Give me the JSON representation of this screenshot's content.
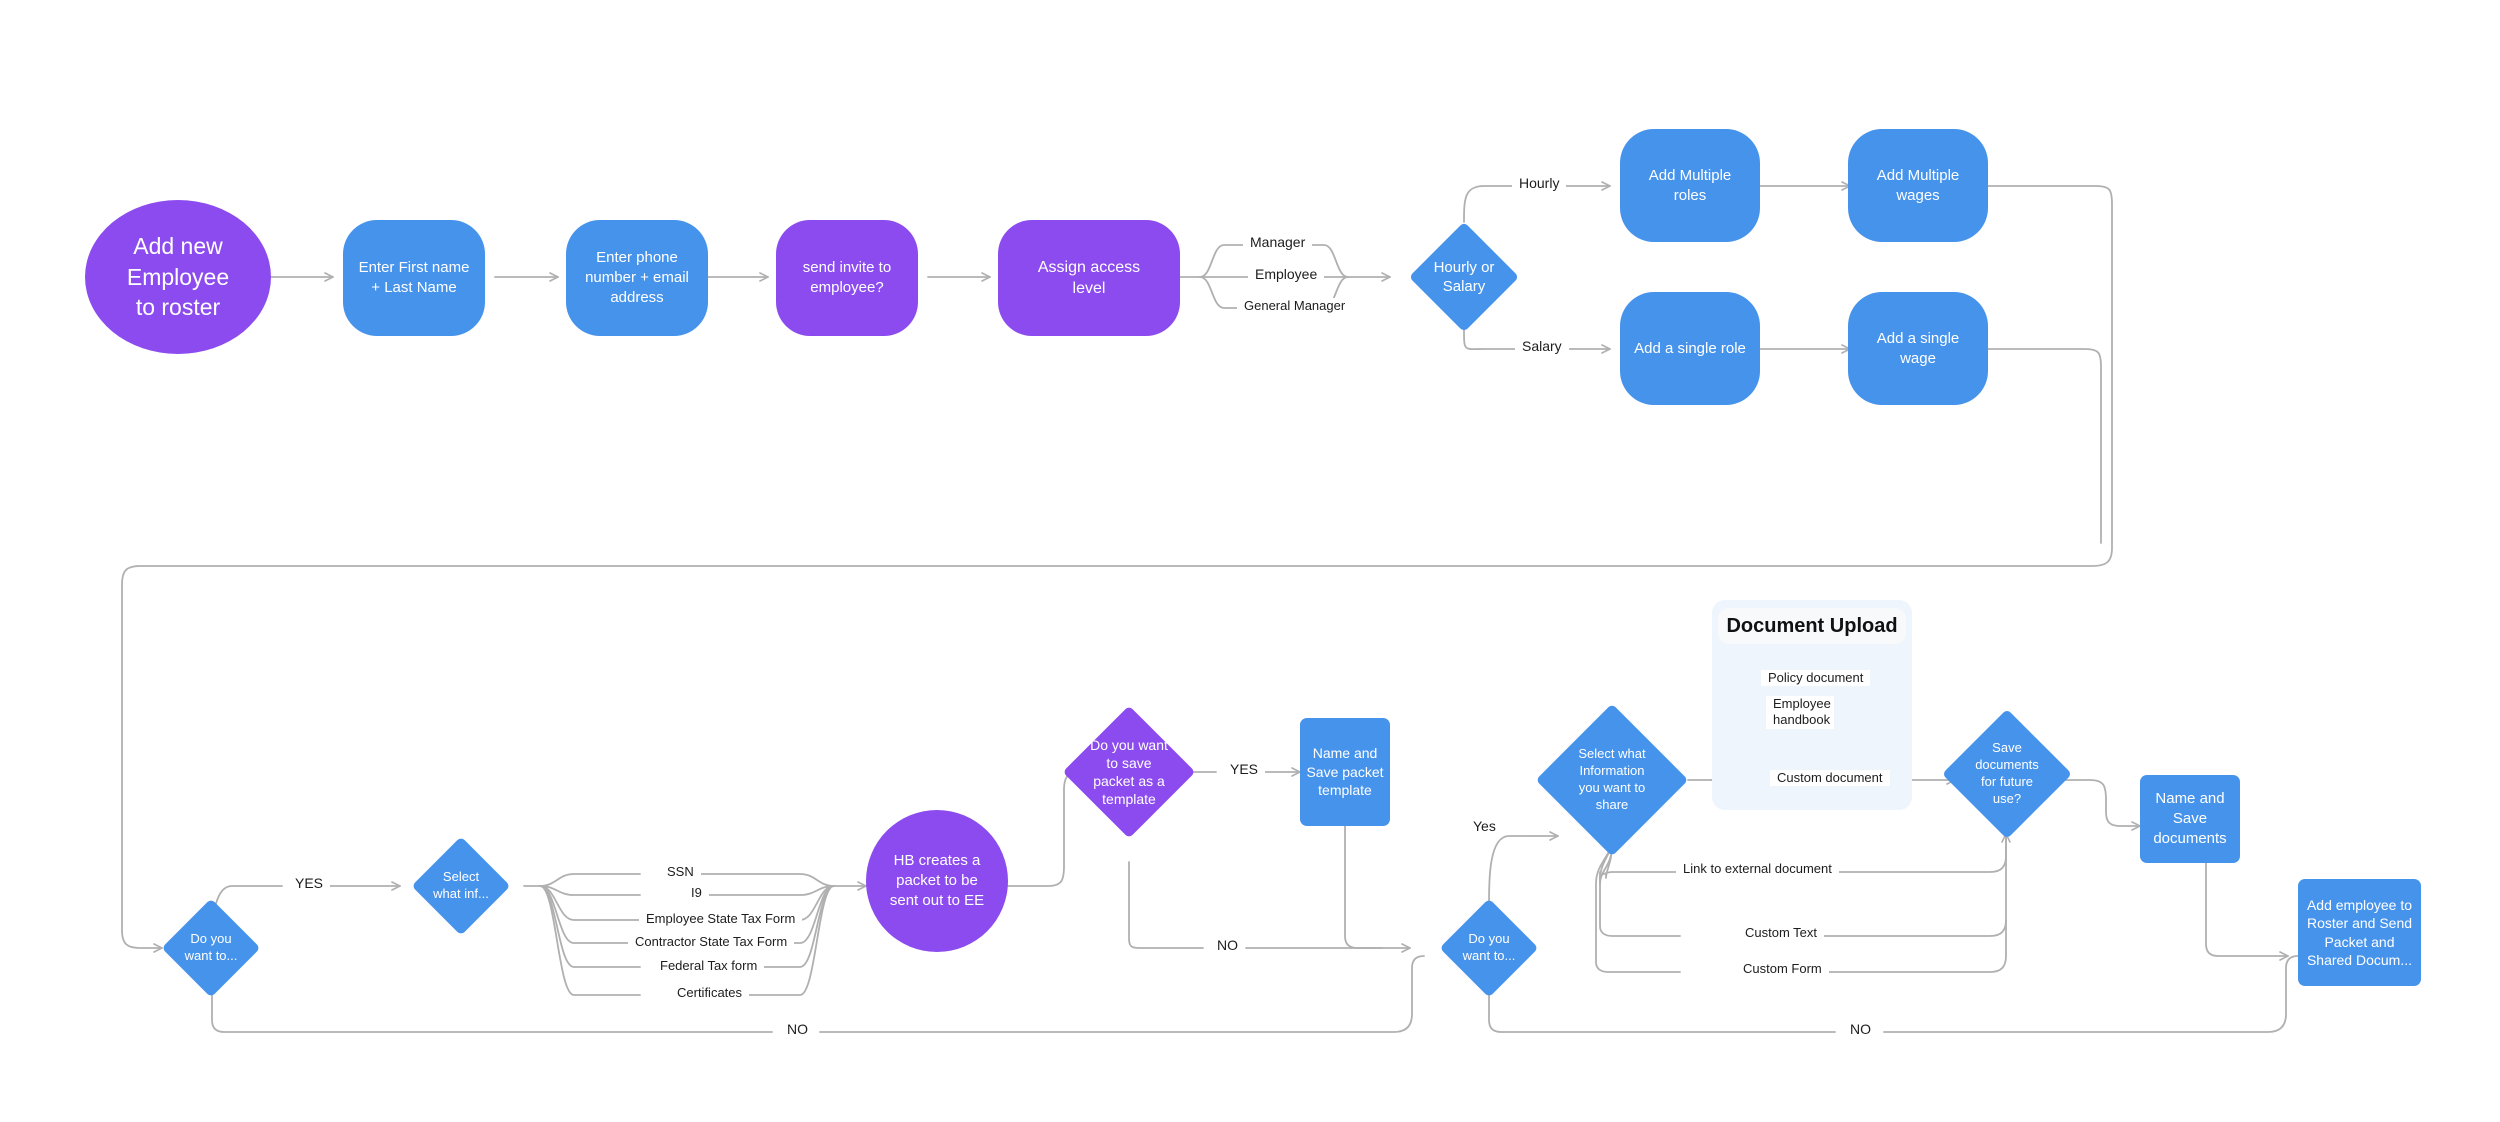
{
  "diagram": {
    "title": "Add new Employee to roster flowchart",
    "colors": {
      "purple": "#8c4bef",
      "blue": "#4693ec",
      "line": "#b0b0b0",
      "text_dark": "#1d1d1f",
      "group_fill": "#eef5fd",
      "group_title_fill": "#f7f9fb",
      "background": "#ffffff"
    }
  },
  "nodes": {
    "start": {
      "label": "Add new\nEmployee\nto roster",
      "shape": "circle",
      "color": "purple"
    },
    "enter_name": {
      "label": "Enter First name\n+ Last Name",
      "shape": "rounded-rect",
      "color": "blue"
    },
    "enter_contact": {
      "label": "Enter phone\nnumber + email\naddress",
      "shape": "rounded-rect",
      "color": "blue"
    },
    "send_invite": {
      "label": "send invite to\nemployee?",
      "shape": "rounded-rect",
      "color": "purple"
    },
    "assign_access": {
      "label": "Assign access\nlevel",
      "shape": "rounded-rect",
      "color": "purple"
    },
    "hourly_or_salary": {
      "label": "Hourly or\nSalary",
      "shape": "diamond",
      "color": "blue"
    },
    "add_multiple_roles": {
      "label": "Add Multiple\nroles",
      "shape": "rounded-rect",
      "color": "blue"
    },
    "add_multiple_wages": {
      "label": "Add Multiple\nwages",
      "shape": "rounded-rect",
      "color": "blue"
    },
    "add_single_role": {
      "label": "Add a single role",
      "shape": "rounded-rect",
      "color": "blue"
    },
    "add_single_wage": {
      "label": "Add a single\nwage",
      "shape": "rounded-rect",
      "color": "blue"
    },
    "do_you_want_to_1": {
      "label": "Do you\nwant to...",
      "shape": "diamond",
      "color": "blue"
    },
    "select_what_info": {
      "label": "Select\nwhat inf...",
      "shape": "diamond",
      "color": "blue"
    },
    "hb_creates_packet": {
      "label": "HB creates a\npacket to be\nsent out to EE",
      "shape": "circle",
      "color": "purple"
    },
    "save_packet_template": {
      "label": "Do you want\nto save\npacket as a\ntemplate",
      "shape": "diamond",
      "color": "purple"
    },
    "name_save_packet": {
      "label": "Name and\nSave packet\ntemplate",
      "shape": "rect",
      "color": "blue"
    },
    "do_you_want_to_2": {
      "label": "Do you\nwant to...",
      "shape": "diamond",
      "color": "blue"
    },
    "select_information_share": {
      "label": "Select what\nInformation\nyou want to\nshare",
      "shape": "diamond",
      "color": "blue"
    },
    "save_documents_future": {
      "label": "Save\ndocuments\nfor future\nuse?",
      "shape": "diamond",
      "color": "blue"
    },
    "name_save_documents": {
      "label": "Name and\nSave\ndocuments",
      "shape": "rect",
      "color": "blue"
    },
    "final": {
      "label": "Add employee to\nRoster and Send\nPacket and\nShared Docum...",
      "shape": "rect",
      "color": "blue"
    }
  },
  "groups": {
    "document_upload": {
      "title": "Document Upload"
    }
  },
  "access_levels": [
    "Manager",
    "Employee",
    "General Manager"
  ],
  "pay_branches": [
    "Hourly",
    "Salary"
  ],
  "packet_documents": [
    "SSN",
    "I9",
    "Employee State Tax Form",
    "Contractor State Tax Form",
    "Federal Tax form",
    "Certificates"
  ],
  "document_upload_items": [
    "Policy document",
    "Employee handbook",
    "Custom document"
  ],
  "share_items": [
    "Link to external document",
    "Custom Text",
    "Custom Form"
  ],
  "edge_labels": {
    "yes_upper": "YES",
    "yes_template": "YES",
    "no_template": "NO",
    "no_bottom_left": "NO",
    "no_bottom_right": "NO",
    "yes_share": "Yes"
  }
}
